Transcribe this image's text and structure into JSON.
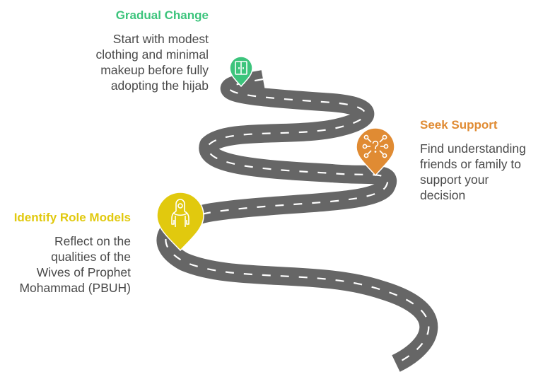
{
  "colors": {
    "road": "#666666",
    "road_marking": "#ffffff",
    "text": "#4a4a4a",
    "green": "#3cc47c",
    "orange": "#e08b33",
    "yellow": "#e1c90e"
  },
  "steps": [
    {
      "id": "gradual",
      "title": "Gradual Change",
      "description_lines": [
        "Start with modest",
        "clothing and minimal",
        "makeup before fully",
        "adopting the hijab"
      ],
      "color": "#3cc47c",
      "icon": "door-icon"
    },
    {
      "id": "support",
      "title": "Seek Support",
      "description_lines": [
        "Find understanding",
        "friends or family to",
        "support your",
        "decision"
      ],
      "color": "#e08b33",
      "icon": "network-question-icon"
    },
    {
      "id": "rolemodels",
      "title": "Identify Role Models",
      "description_lines": [
        "Reflect on the",
        "qualities of the",
        "Wives of Prophet",
        "Mohammad (PBUH)"
      ],
      "color": "#e1c90e",
      "icon": "hijab-person-icon"
    }
  ]
}
